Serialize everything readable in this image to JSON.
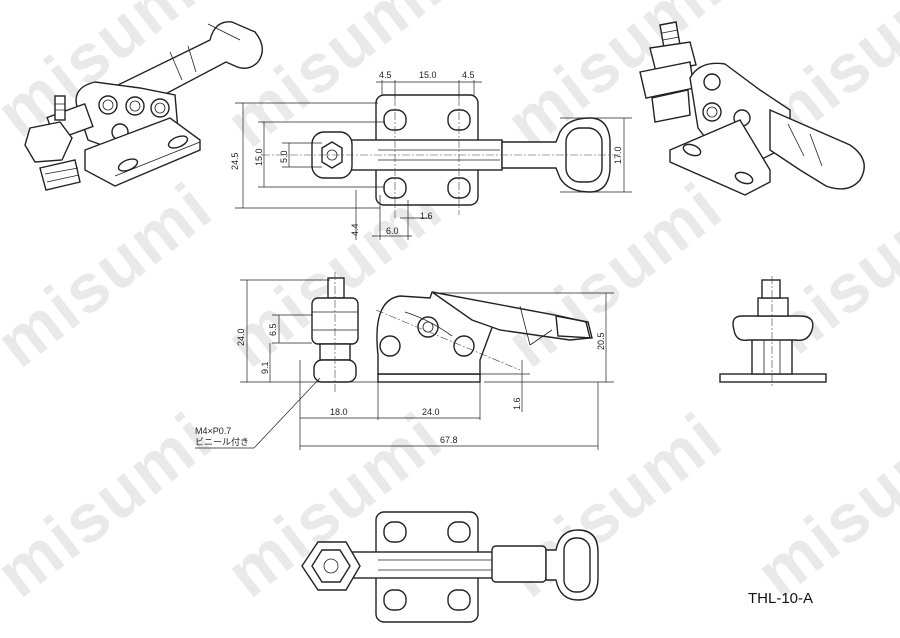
{
  "watermark": "misumi",
  "model": "THL-10-A",
  "dims": {
    "top_45a": "4.5",
    "top_150": "15.0",
    "top_45b": "4.5",
    "left_245": "24.5",
    "left_150": "15.0",
    "left_50": "5.0",
    "right_170": "17.0",
    "bot_44": "4.4",
    "bot_60": "6.0",
    "bot_16": "1.6",
    "side_240": "24.0",
    "side_65": "6.5",
    "side_91": "9.1",
    "side_205": "20.5",
    "side_16": "1.6",
    "side_180": "18.0",
    "side_240b": "24.0",
    "side_678": "67.8"
  },
  "note": {
    "line1": "M4×P0.7",
    "line2": "ビニール付き"
  }
}
